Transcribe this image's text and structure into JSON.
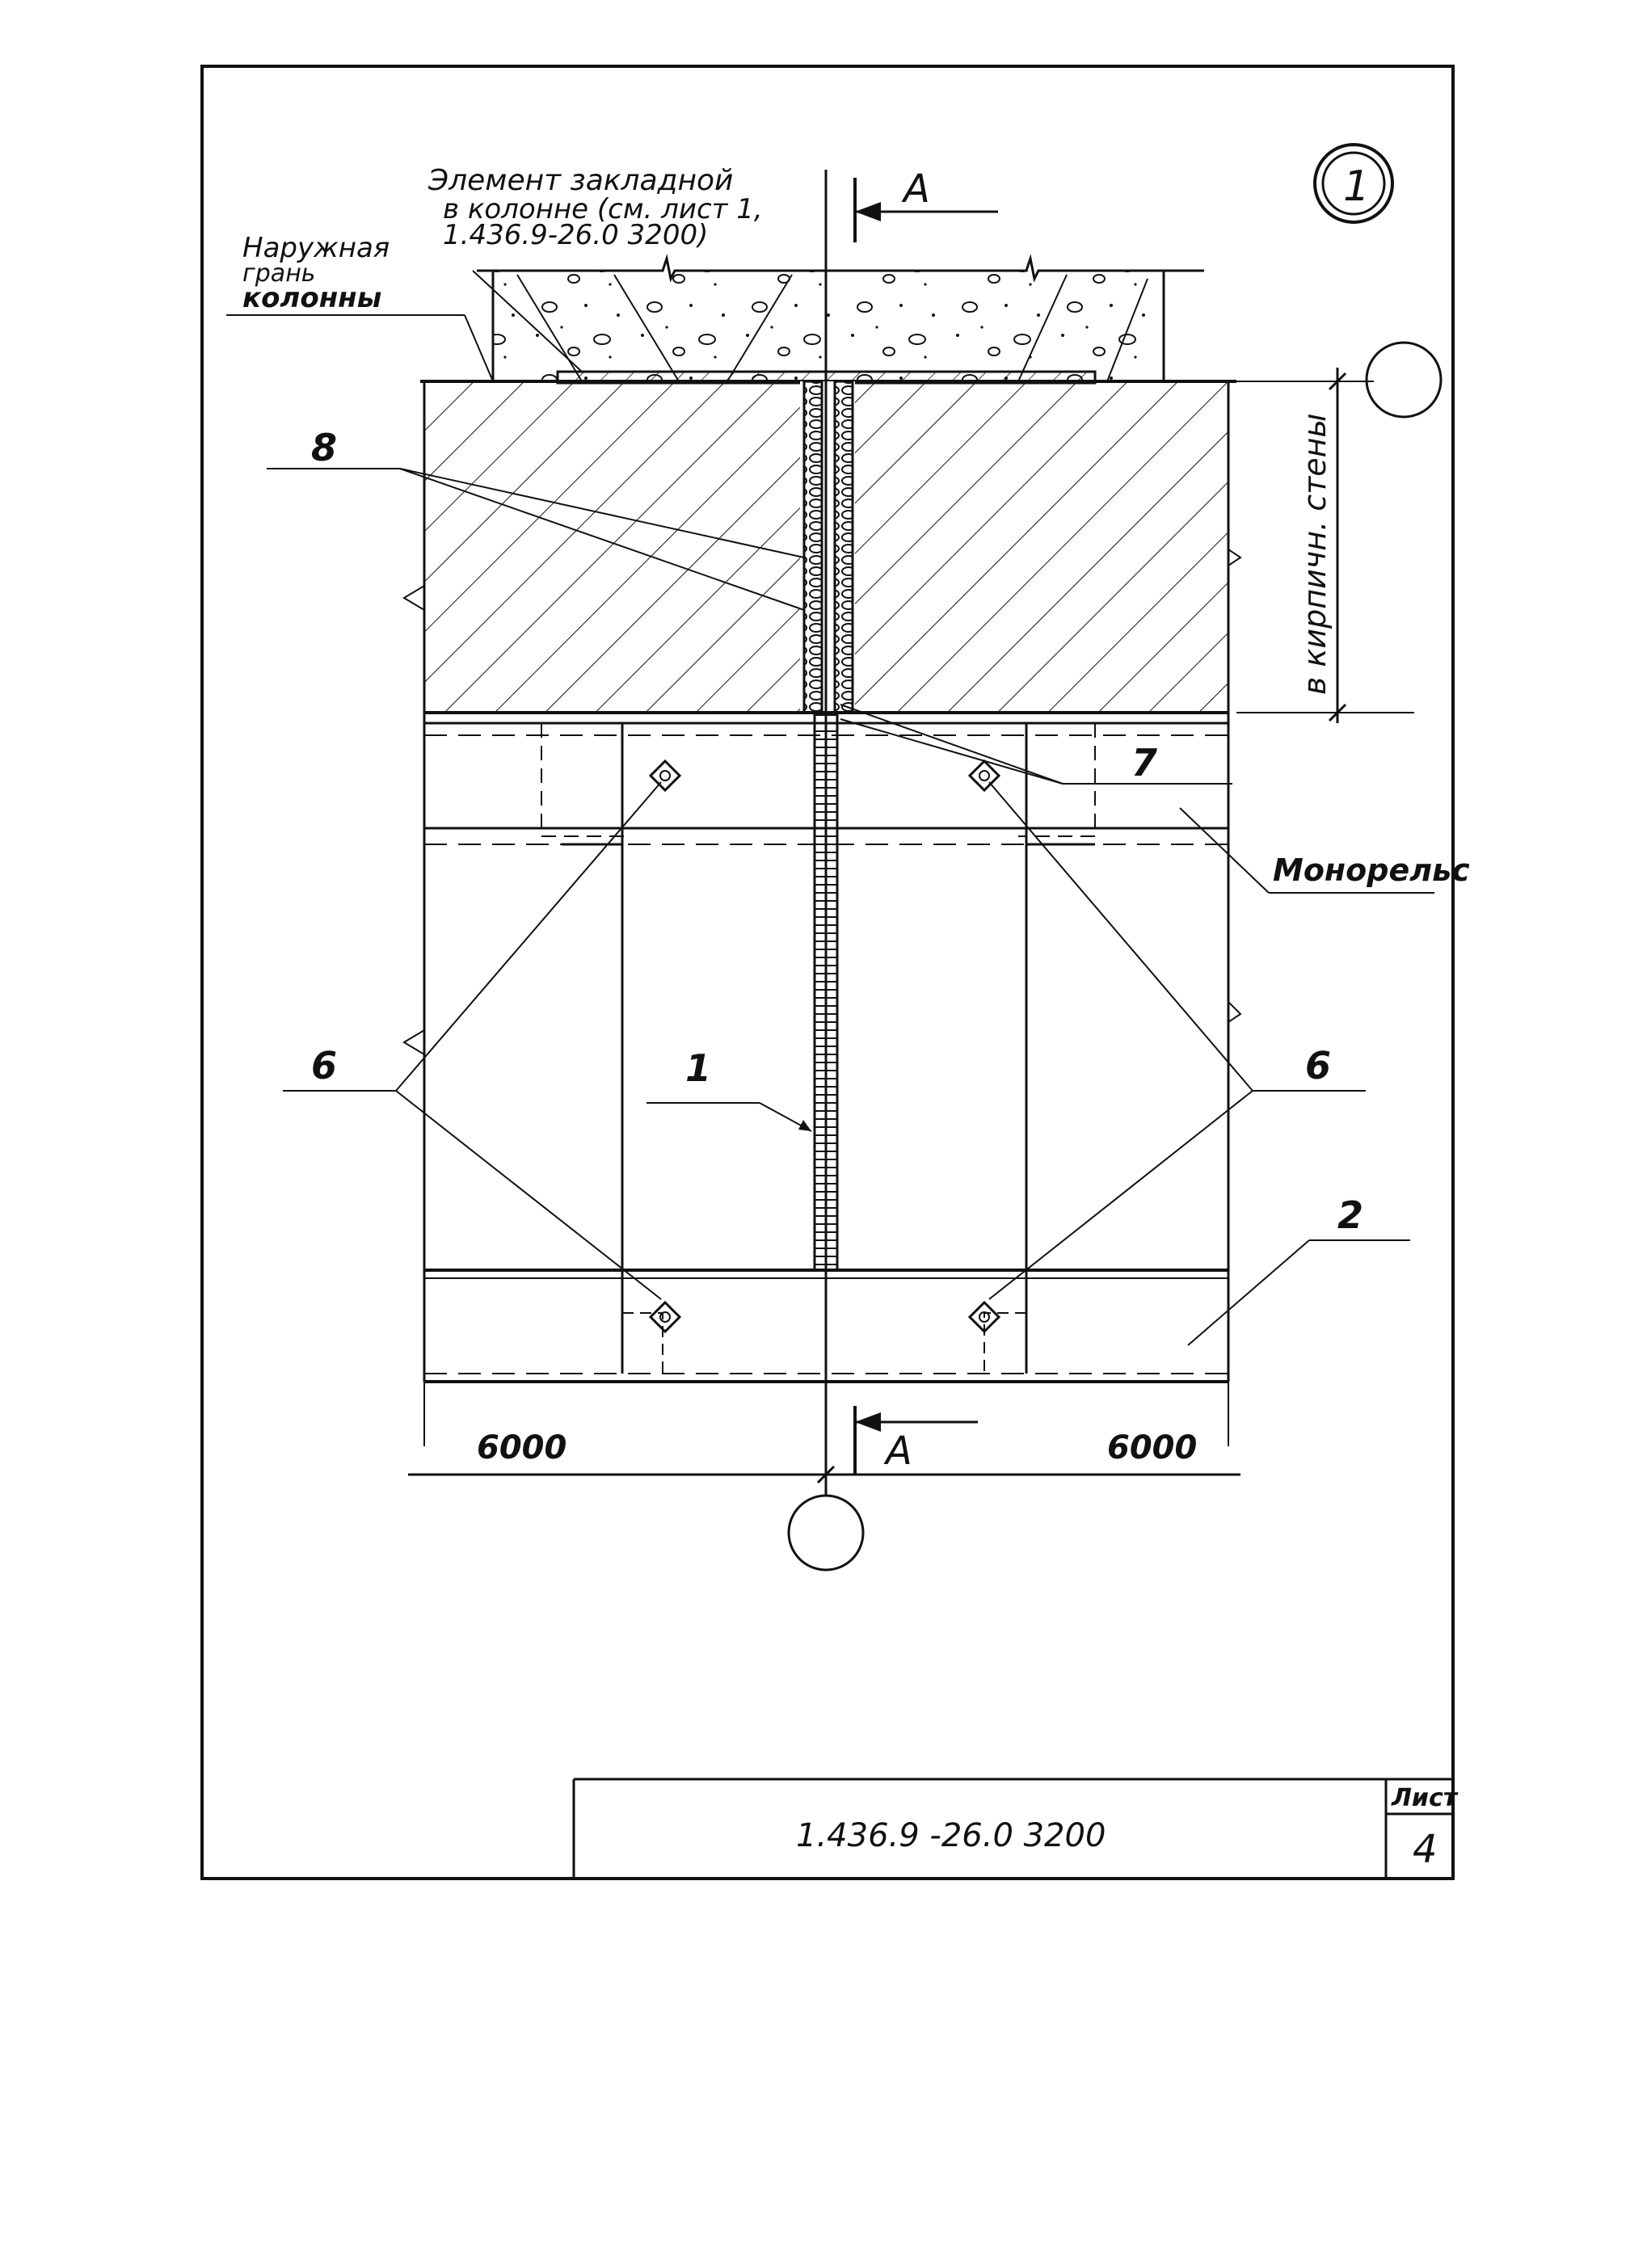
{
  "drawing": {
    "detail_number": "1",
    "section_label_top": "А",
    "section_label_bottom": "А",
    "note_embedded": {
      "line1": "Элемент закладной",
      "line2": "в колонне (см. лист 1,",
      "line3": "1.436.9-26.0 3200)"
    },
    "note_outer_face": {
      "line1": "Наружная",
      "line2": "грань",
      "line3": "колонны"
    },
    "wall_dimension": "в кирпичн. стены",
    "monorail_label": "Монорельс",
    "callouts": {
      "c1": "1",
      "c2": "2",
      "c6_left": "6",
      "c6_right": "6",
      "c7": "7",
      "c8": "8"
    },
    "dim_left": "6000",
    "dim_right": "6000"
  },
  "title_block": {
    "doc_code": "1.436.9 -26.0  3200",
    "sheet_label": "Лист",
    "sheet_number": "4"
  }
}
